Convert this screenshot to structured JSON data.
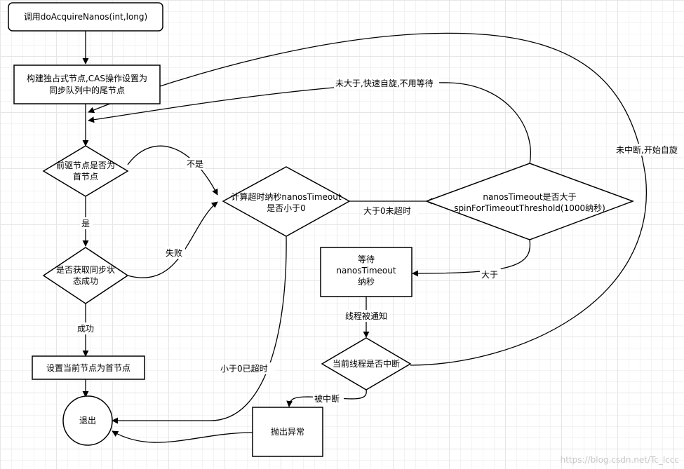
{
  "nodes": {
    "start": "调用doAcquireNanos(int,long)",
    "build": [
      "构建独占式节点,CAS操作设置为",
      "同步队列中的尾节点"
    ],
    "pred_head": [
      "前驱节点是否为",
      "首节点"
    ],
    "calc_timeout": [
      "计算超时纳秒nanosTimeout",
      "是否小于0"
    ],
    "spin_threshold": [
      "nanosTimeout是否大于",
      "spinForTimeoutThreshold(1000纳秒)"
    ],
    "try_acquire": [
      "是否获取同步状",
      "态成功"
    ],
    "wait": [
      "等待",
      "nanosTimeout",
      "纳秒"
    ],
    "set_head": "设置当前节点为首节点",
    "interrupted": "当前线程是否中断",
    "exit": "退出",
    "throw": "抛出异常"
  },
  "edges": {
    "spin_fast": "未大于,快速自旋,不用等待",
    "not_head": "不是",
    "is_head": "是",
    "fail": "失败",
    "gt0_not_timeout": "大于0未超时",
    "greater": "大于",
    "notified": "线程被通知",
    "not_interrupted": "未中断,开始自旋",
    "success": "成功",
    "lt0_timeout": "小于0已超时",
    "was_interrupted": "被中断"
  },
  "watermark": "https://blog.csdn.net/Tc_lccc"
}
